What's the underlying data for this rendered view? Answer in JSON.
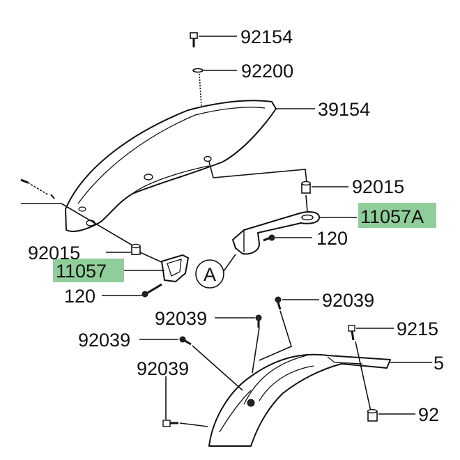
{
  "callouts": {
    "c92154_top": "92154",
    "c92200": "92200",
    "c39154": "39154",
    "c92015_right": "92015",
    "c11057A": "11057A",
    "c120_right": "120",
    "c92015_left": "92015",
    "c11057": "11057",
    "c120_left": "120",
    "c92039_a": "92039",
    "c92039_b": "92039",
    "c92039_c": "92039",
    "c92039_d": "92039",
    "c9215_cut": "9215",
    "c5_cut": "5",
    "c92_cut": "92",
    "ref_A": "A"
  },
  "highlight_color": "#8fce9a"
}
